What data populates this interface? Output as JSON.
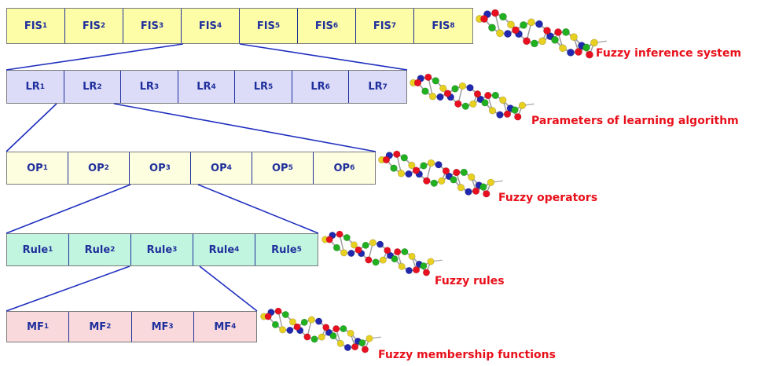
{
  "levels": [
    {
      "id": "fis",
      "label": "Fuzzy inference system",
      "bg": "#fdfda8",
      "cells": [
        {
          "base": "FIS",
          "sub": "1"
        },
        {
          "base": "FIS",
          "sub": "2"
        },
        {
          "base": "FIS",
          "sub": "3"
        },
        {
          "base": "FIS",
          "sub": "4"
        },
        {
          "base": "FIS",
          "sub": "5"
        },
        {
          "base": "FIS",
          "sub": "6"
        },
        {
          "base": "FIS",
          "sub": "7"
        },
        {
          "base": "FIS",
          "sub": "8"
        }
      ]
    },
    {
      "id": "lr",
      "label": "Parameters of learning algorithm",
      "bg": "#dcdcf8",
      "cells": [
        {
          "base": "LR",
          "sub": "1"
        },
        {
          "base": "LR",
          "sub": "2"
        },
        {
          "base": "LR",
          "sub": "3"
        },
        {
          "base": "LR",
          "sub": "4"
        },
        {
          "base": "LR",
          "sub": "5"
        },
        {
          "base": "LR",
          "sub": "6"
        },
        {
          "base": "LR",
          "sub": "7"
        }
      ]
    },
    {
      "id": "op",
      "label": "Fuzzy operators",
      "bg": "#fdfde0",
      "cells": [
        {
          "base": "OP",
          "sub": "1"
        },
        {
          "base": "OP",
          "sub": "2"
        },
        {
          "base": "OP",
          "sub": "3"
        },
        {
          "base": "OP",
          "sub": "4"
        },
        {
          "base": "OP",
          "sub": "5"
        },
        {
          "base": "OP",
          "sub": "6"
        }
      ]
    },
    {
      "id": "rule",
      "label": "Fuzzy rules",
      "bg": "#c2f5df",
      "cells": [
        {
          "base": "Rule",
          "sub": "1"
        },
        {
          "base": "Rule",
          "sub": "2"
        },
        {
          "base": "Rule",
          "sub": "3"
        },
        {
          "base": "Rule",
          "sub": "4"
        },
        {
          "base": "Rule",
          "sub": "5"
        }
      ]
    },
    {
      "id": "mf",
      "label": "Fuzzy membership functions",
      "bg": "#f9d9dc",
      "cells": [
        {
          "base": "MF",
          "sub": "1"
        },
        {
          "base": "MF",
          "sub": "2"
        },
        {
          "base": "MF",
          "sub": "3"
        },
        {
          "base": "MF",
          "sub": "4"
        }
      ]
    }
  ],
  "colors": {
    "text": "#1f2f9c",
    "label": "#e8101a",
    "connector": "#1f2fbf",
    "dna_beads": [
      "#e8d020",
      "#2028b0",
      "#e81020",
      "#20b020"
    ]
  },
  "icons": [
    "dna-helix-icon"
  ]
}
